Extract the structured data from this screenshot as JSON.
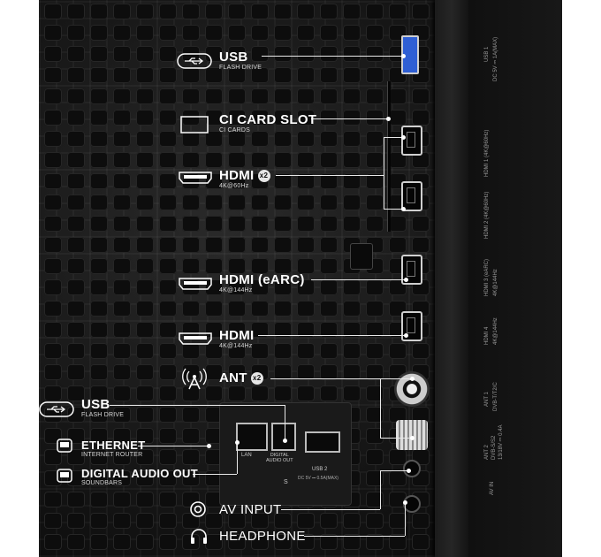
{
  "labels": {
    "usb_top": {
      "title": "USB",
      "sub": "FLASH DRIVE"
    },
    "ci": {
      "title": "CI CARD SLOT",
      "sub": "CI CARDS"
    },
    "hdmi_60": {
      "title": "HDMI",
      "badge": "x2",
      "sub": "4K@60Hz"
    },
    "hdmi_earc": {
      "title": "HDMI (eARC)",
      "sub": "4K@144Hz"
    },
    "hdmi_144": {
      "title": "HDMI",
      "sub": "4K@144Hz"
    },
    "ant": {
      "title": "ANT",
      "badge": "x2"
    },
    "usb_bottom": {
      "title": "USB",
      "sub": "FLASH DRIVE"
    },
    "ethernet": {
      "title": "ETHERNET",
      "sub": "INTERNET ROUTER"
    },
    "digital_audio": {
      "title": "DIGITAL AUDIO OUT",
      "sub": "SOUNDBARS"
    },
    "av_input": {
      "title": "AV INPUT"
    },
    "headphone": {
      "title": "HEADPHONE"
    }
  },
  "panel_text": {
    "lan": "LAN",
    "digital_audio_out": "DIGITAL\nAUDIO OUT",
    "usb2": "USB 2",
    "usb2_spec": "DC 5V ⎓ 0.5A(MAX)",
    "s_mark": "S",
    "usb1": "USB 1",
    "usb1_spec": "DC 5V ⎓ 1A(MAX)",
    "hdmi1": "HDMI 1 (4K@60Hz)",
    "hdmi2": "HDMI 2 (4K@60Hz)",
    "hdmi3": "HDMI 3 (eARC)",
    "hdmi3_spec": "4K@144Hz",
    "hdmi4": "HDMI 4",
    "hdmi4_spec": "4K@144Hz",
    "ant1": "ANT 1",
    "ant1_spec": "DVB-T/T2/C",
    "ant2": "ANT 2",
    "ant2_spec": "DVB-S/S2",
    "ant2_power": "13/18V ⎓ 0.4A",
    "av_in": "AV IN"
  },
  "colors": {
    "line": "#e8e8e8",
    "text": "#ffffff",
    "badge": "#e6e6e6"
  },
  "icons": [
    "usb-icon",
    "ci-card-icon",
    "hdmi-icon",
    "antenna-icon",
    "ethernet-icon",
    "optical-icon",
    "av-input-icon",
    "headphone-icon"
  ]
}
